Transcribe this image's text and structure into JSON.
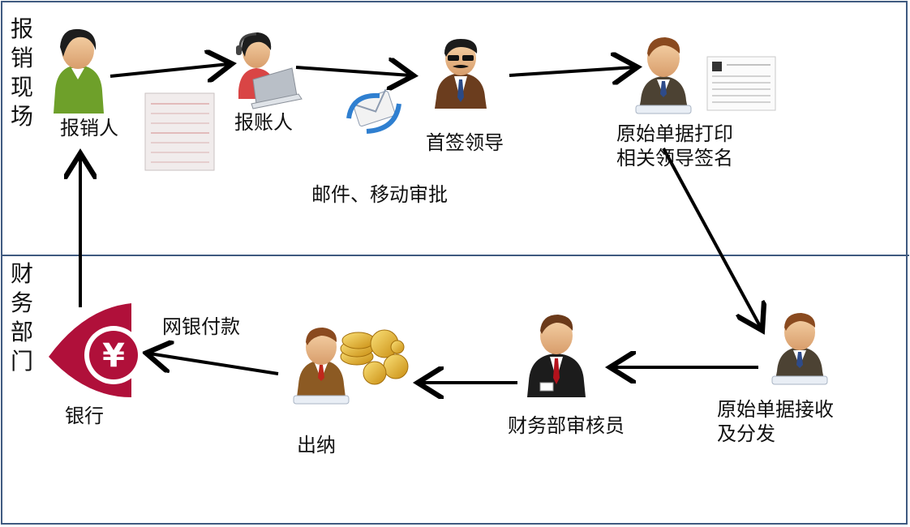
{
  "lanes": {
    "top": "报销现场",
    "bottom": "财务部门"
  },
  "nodes": {
    "claimant": "报销人",
    "bookkeeper": "报账人",
    "first_leader": "首签领导",
    "print_sign": "原始单据打印\n相关领导签名",
    "receive_distribute": "原始单据接收\n及分发",
    "auditor": "财务部审核员",
    "cashier": "出纳",
    "bank": "银行"
  },
  "edge_labels": {
    "mail_mobile": "邮件、移动审批",
    "online_payment": "网银付款"
  },
  "icons": {
    "bank_logo_symbol": "¥"
  },
  "colors": {
    "lane_border": "#3f5a80",
    "bank_red": "#b0103a",
    "arrow": "#000000"
  }
}
